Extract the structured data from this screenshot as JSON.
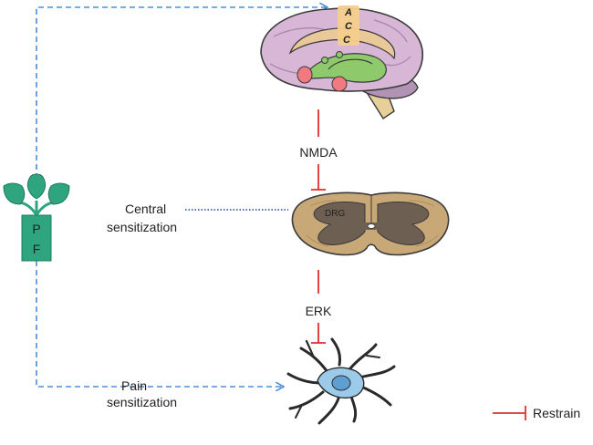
{
  "brain": {
    "acc_letters": [
      "A",
      "C",
      "C"
    ]
  },
  "pathway": {
    "nmda_label": "NMDA",
    "erk_label": "ERK"
  },
  "spinal_cord": {
    "drg_label": "DRG"
  },
  "compound": {
    "letters": [
      "P",
      "F"
    ]
  },
  "labels": {
    "central_line1": "Central",
    "central_line2": "sensitization",
    "pain_line1": "Pain",
    "pain_line2": "sensitization"
  },
  "legend": {
    "restrain_label": "Restrain"
  },
  "colors": {
    "inhibit_red": "#e03030",
    "dashed_blue": "#4a8fd8",
    "teal_green": "#2fa57f",
    "brain_pink": "#d7b6d6",
    "hippocampus_green": "#8ec96b",
    "amygdala_red": "#f07a80",
    "cord_tan": "#c9a877",
    "cord_gray": "#6d5f52",
    "microglia_blue": "#9ccbea"
  }
}
